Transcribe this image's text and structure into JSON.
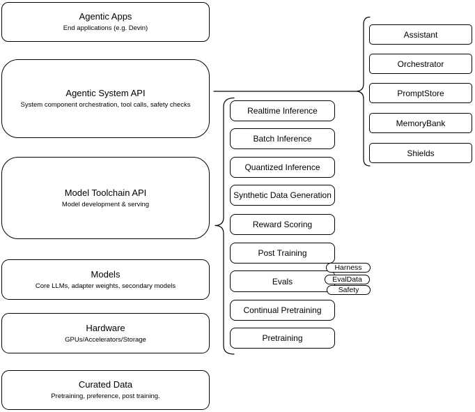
{
  "stack": [
    {
      "title": "Agentic Apps",
      "subtitle": "End applications (e.g. Devin)"
    },
    {
      "title": "Agentic System API",
      "subtitle": "System component orchestration, tool calls, safety checks"
    },
    {
      "title": "Model Toolchain API",
      "subtitle": "Model development & serving"
    },
    {
      "title": "Models",
      "subtitle": "Core LLMs, adapter weights, secondary models"
    },
    {
      "title": "Hardware",
      "subtitle": "GPUs/Accelerators/Storage"
    },
    {
      "title": "Curated Data",
      "subtitle": "Pretraining, preference, post training."
    }
  ],
  "toolchain_components": {
    "items": [
      "Realtime Inference",
      "Batch Inference",
      "Quantized Inference",
      "Synthetic Data Generation",
      "Reward Scoring",
      "Post Training",
      "Evals",
      "Continual Pretraining",
      "Pretraining"
    ]
  },
  "evals_tags": {
    "items": [
      "Harness",
      "EvalData",
      "Safety"
    ]
  },
  "system_components": {
    "items": [
      "Assistant",
      "Orchestrator",
      "PromptStore",
      "MemoryBank",
      "Shields"
    ]
  },
  "colors": {
    "stroke": "#000000",
    "background": "#ffffff",
    "text": "#000000"
  }
}
